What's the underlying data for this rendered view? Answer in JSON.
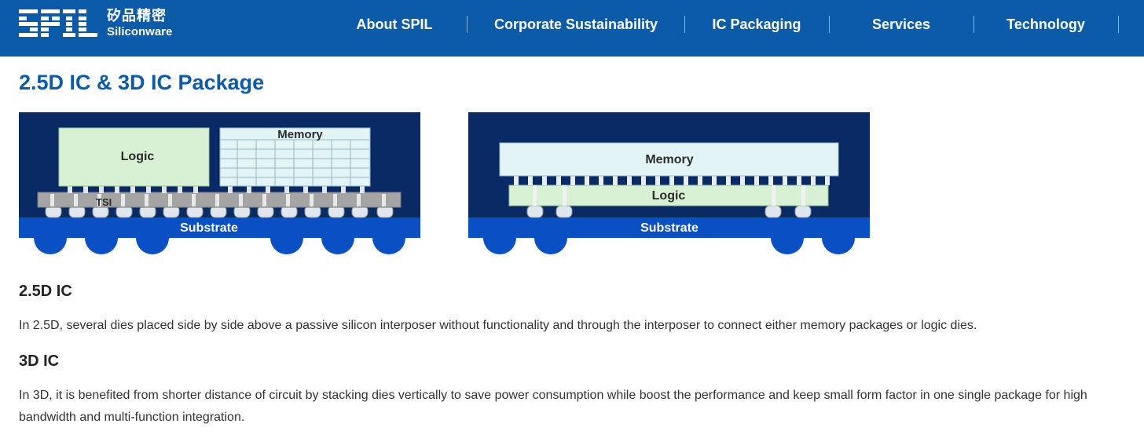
{
  "header": {
    "logo": {
      "mark_text": "SPIL",
      "cn_text": "矽品精密",
      "en_text": "Siliconware"
    },
    "nav": [
      {
        "label": "About SPIL"
      },
      {
        "label": "Corporate Sustainability"
      },
      {
        "label": "IC Packaging"
      },
      {
        "label": "Services"
      },
      {
        "label": "Technology"
      }
    ]
  },
  "page": {
    "title": "2.5D IC & 3D IC Package"
  },
  "diagrams": {
    "d25": {
      "logic": "Logic",
      "memory": "Memory",
      "tsi": "TSI",
      "substrate": "Substrate"
    },
    "d3": {
      "memory": "Memory",
      "logic": "Logic",
      "substrate": "Substrate"
    }
  },
  "sections": [
    {
      "heading": "2.5D IC",
      "body": "In 2.5D, several dies placed side by side above a passive silicon interposer without functionality and through the interposer to connect either memory packages or logic dies."
    },
    {
      "heading": "3D IC",
      "body": "In 3D, it is benefited from shorter distance of circuit by stacking dies vertically to save power consumption while boost the performance and keep small form factor in one single package for high bandwidth and multi-function integration."
    }
  ],
  "colors": {
    "brand_blue": "#0b5ba8",
    "diagram_navy": "#0a2a66",
    "substrate_blue": "#0a4fc4",
    "die_green": "#d8f0d4",
    "memory_cyan": "#e3f4f6"
  }
}
